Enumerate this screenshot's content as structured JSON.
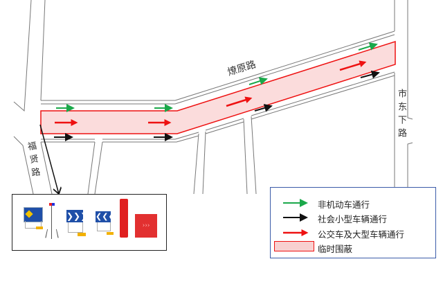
{
  "roads": {
    "main": "燎原路",
    "left": "福贤路",
    "right": "市东下路"
  },
  "legend": {
    "items": [
      {
        "label": "非机动车通行",
        "color": "#1aa84a"
      },
      {
        "label": "社会小型车辆通行",
        "color": "#111111"
      },
      {
        "label": "公交车及大型车辆通行",
        "color": "#ee1111"
      },
      {
        "label": "临时围蔽",
        "color": "#f8d0d0"
      }
    ]
  },
  "colors": {
    "barrier_fill": "#fbdcdc",
    "barrier_stroke": "#ee1111",
    "legend_border": "#3a5aa8"
  }
}
